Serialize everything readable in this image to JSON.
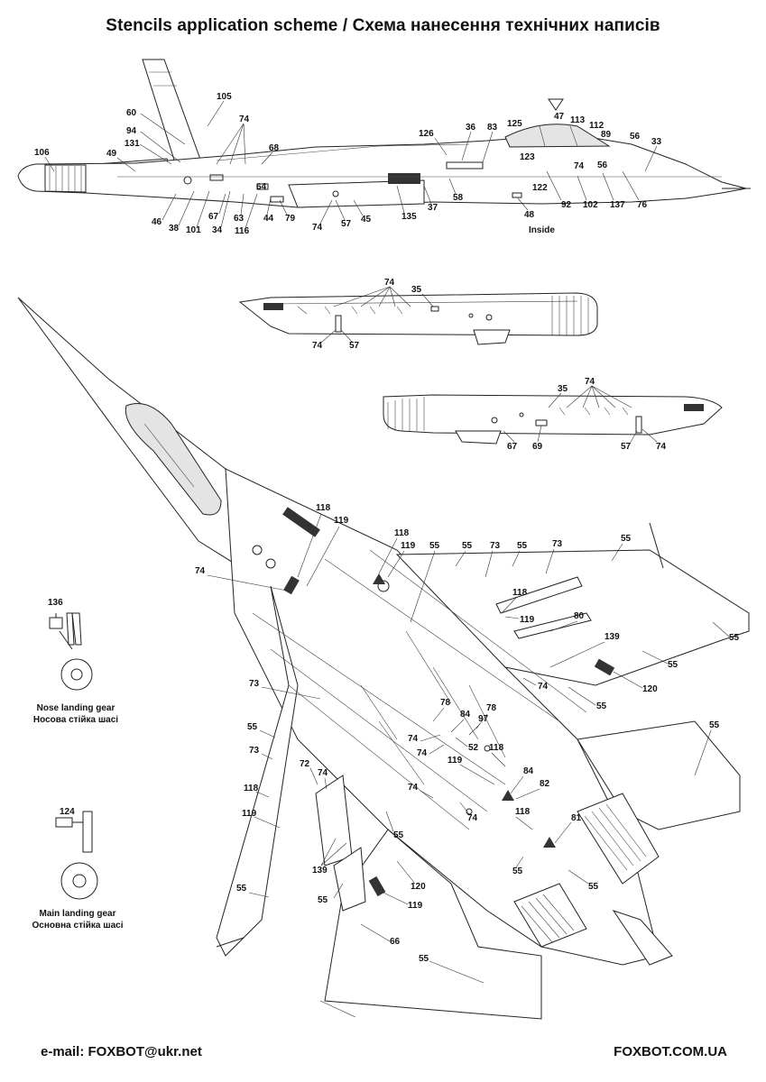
{
  "header": {
    "title": "Stencils application scheme / Схема нанесення технічних написів"
  },
  "footer": {
    "email": "e-mail: FOXBOT@ukr.net",
    "site": "FOXBOT.COM.UA"
  },
  "side_view": {
    "inside_note": "Inside",
    "callouts": [
      "106",
      "49",
      "131",
      "94",
      "60",
      "105",
      "74",
      "68",
      "126",
      "36",
      "83",
      "125",
      "47",
      "113",
      "112",
      "89",
      "56",
      "33",
      "123",
      "74",
      "56",
      "46",
      "38",
      "101",
      "34",
      "67",
      "63",
      "64",
      "116",
      "44",
      "79",
      "74",
      "57",
      "45",
      "135",
      "37",
      "58",
      "48",
      "122",
      "92",
      "102",
      "137",
      "76"
    ]
  },
  "detail_top": {
    "callouts": [
      "74",
      "35",
      "74",
      "57"
    ]
  },
  "detail_bottom": {
    "callouts": [
      "35",
      "74",
      "67",
      "69",
      "57",
      "74"
    ]
  },
  "plan_view": {
    "callouts": [
      "118",
      "119",
      "74",
      "118",
      "119",
      "55",
      "55",
      "73",
      "55",
      "73",
      "55",
      "118",
      "119",
      "80",
      "139",
      "55",
      "74",
      "120",
      "55",
      "55",
      "55",
      "73",
      "55",
      "73",
      "118",
      "119",
      "72",
      "74",
      "78",
      "84",
      "97",
      "78",
      "74",
      "74",
      "52",
      "118",
      "119",
      "84",
      "82",
      "74",
      "118",
      "74",
      "81",
      "55",
      "139",
      "120",
      "55",
      "119",
      "66",
      "55",
      "55",
      "55",
      "55"
    ]
  },
  "nose_gear": {
    "callout": "136",
    "caption_en": "Nose landing gear",
    "caption_ua": "Носова стійка шасі"
  },
  "main_gear": {
    "callout": "124",
    "caption_en": "Main landing gear",
    "caption_ua": "Основна стійка шасі"
  }
}
